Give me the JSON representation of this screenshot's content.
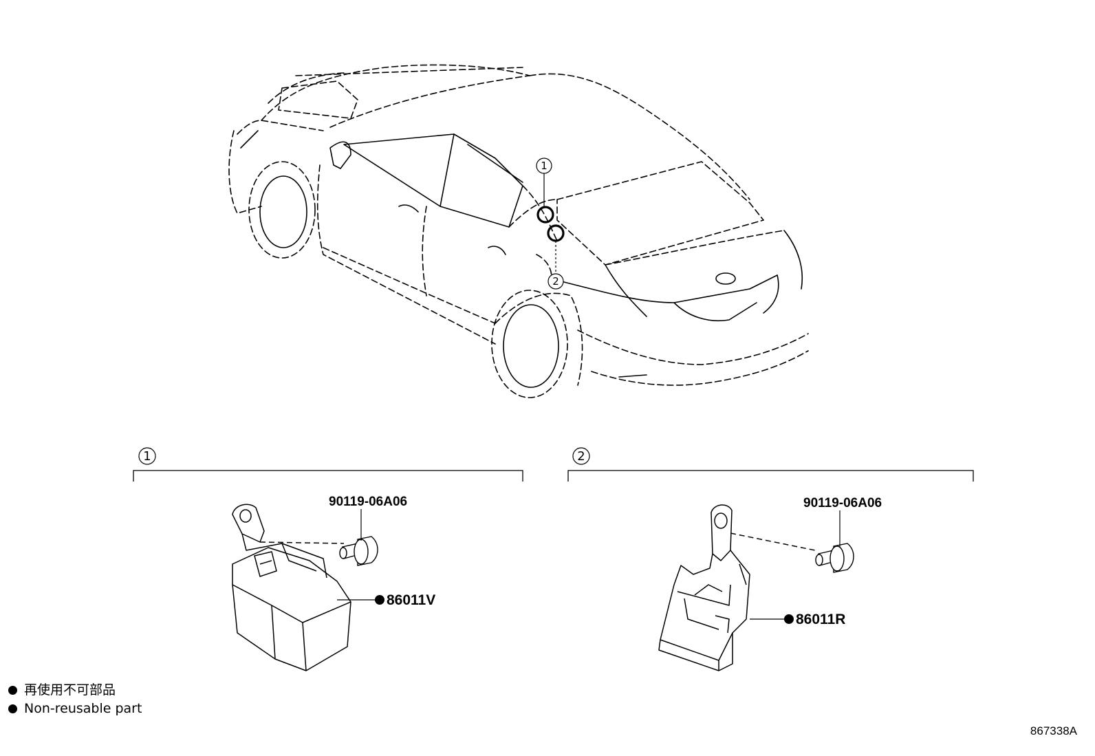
{
  "callouts": {
    "one": "1",
    "two": "2"
  },
  "sections": [
    {
      "number": "1",
      "bolt_part": "90119-06A06",
      "main_part": "86011V"
    },
    {
      "number": "2",
      "bolt_part": "90119-06A06",
      "main_part": "86011R"
    }
  ],
  "legend": {
    "line_jp": "再使用不可部品",
    "line_en": "Non-reusable part"
  },
  "diagram_code": "867338A"
}
